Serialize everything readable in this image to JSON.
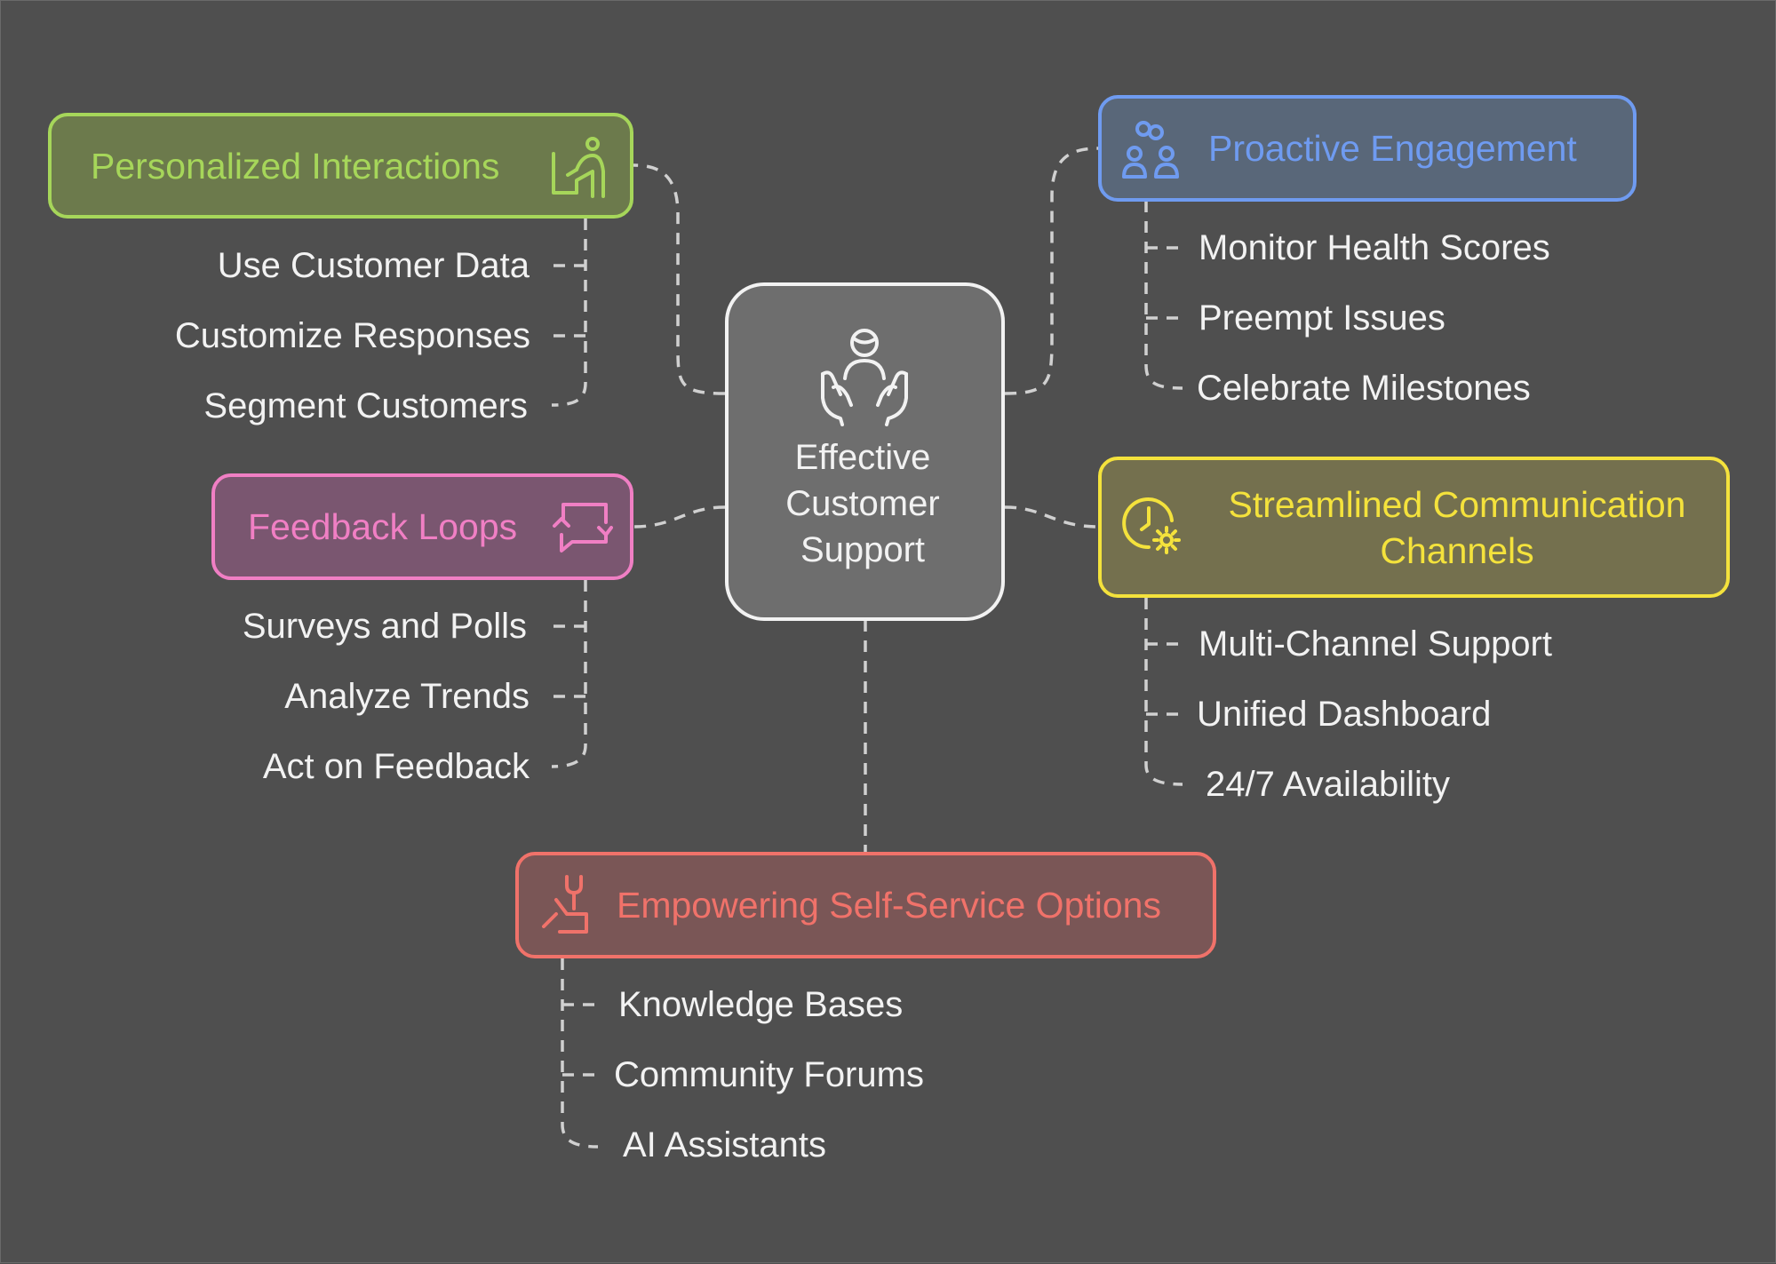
{
  "center": {
    "title_lines": [
      "Effective",
      "Customer",
      "Support"
    ],
    "icon": "support-hands-icon"
  },
  "branches": {
    "personalized": {
      "title": "Personalized Interactions",
      "icon": "person-chair-icon",
      "color": "#a6d65a",
      "items": [
        "Use Customer Data",
        "Customize Responses",
        "Segment Customers"
      ]
    },
    "feedback": {
      "title": "Feedback Loops",
      "icon": "chat-refresh-icon",
      "color": "#f07fc4",
      "items": [
        "Surveys and Polls",
        "Analyze Trends",
        "Act on Feedback"
      ]
    },
    "proactive": {
      "title": "Proactive Engagement",
      "icon": "people-link-icon",
      "color": "#6f9bf0",
      "items": [
        "Monitor Health Scores",
        "Preempt Issues",
        "Celebrate Milestones"
      ]
    },
    "streamlined": {
      "title_lines": [
        "Streamlined Communication",
        "Channels"
      ],
      "icon": "clock-gear-icon",
      "color": "#f4e23c",
      "items": [
        "Multi-Channel Support",
        "Unified Dashboard",
        "24/7 Availability"
      ]
    },
    "selfservice": {
      "title": "Empowering Self-Service Options",
      "icon": "hand-wrench-icon",
      "color": "#f0726a",
      "items": [
        "Knowledge Bases",
        "Community Forums",
        "AI Assistants"
      ]
    }
  }
}
